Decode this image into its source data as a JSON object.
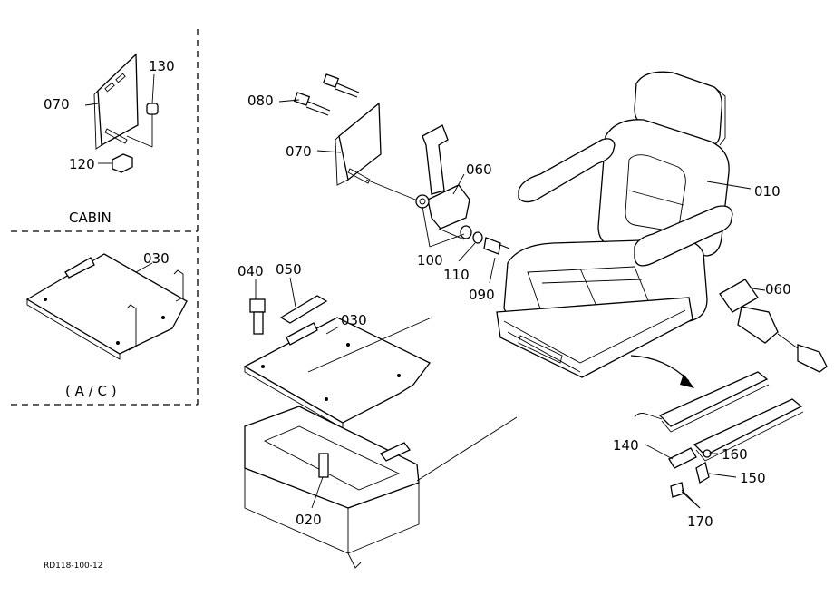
{
  "diagram": {
    "drawing_id": "RD118-100-12",
    "section_labels": {
      "cabin": "CABIN",
      "ac": "( A / C )"
    },
    "part_labels": {
      "p010": "010",
      "p020": "020",
      "p030_inset": "030",
      "p030": "030",
      "p040": "040",
      "p050": "050",
      "p060_belt": "060",
      "p060_buckle": "060",
      "p070_inset": "070",
      "p070": "070",
      "p080": "080",
      "p090": "090",
      "p100": "100",
      "p110": "110",
      "p120": "120",
      "p130": "130",
      "p140": "140",
      "p150": "150",
      "p160": "160",
      "p170": "170"
    }
  }
}
